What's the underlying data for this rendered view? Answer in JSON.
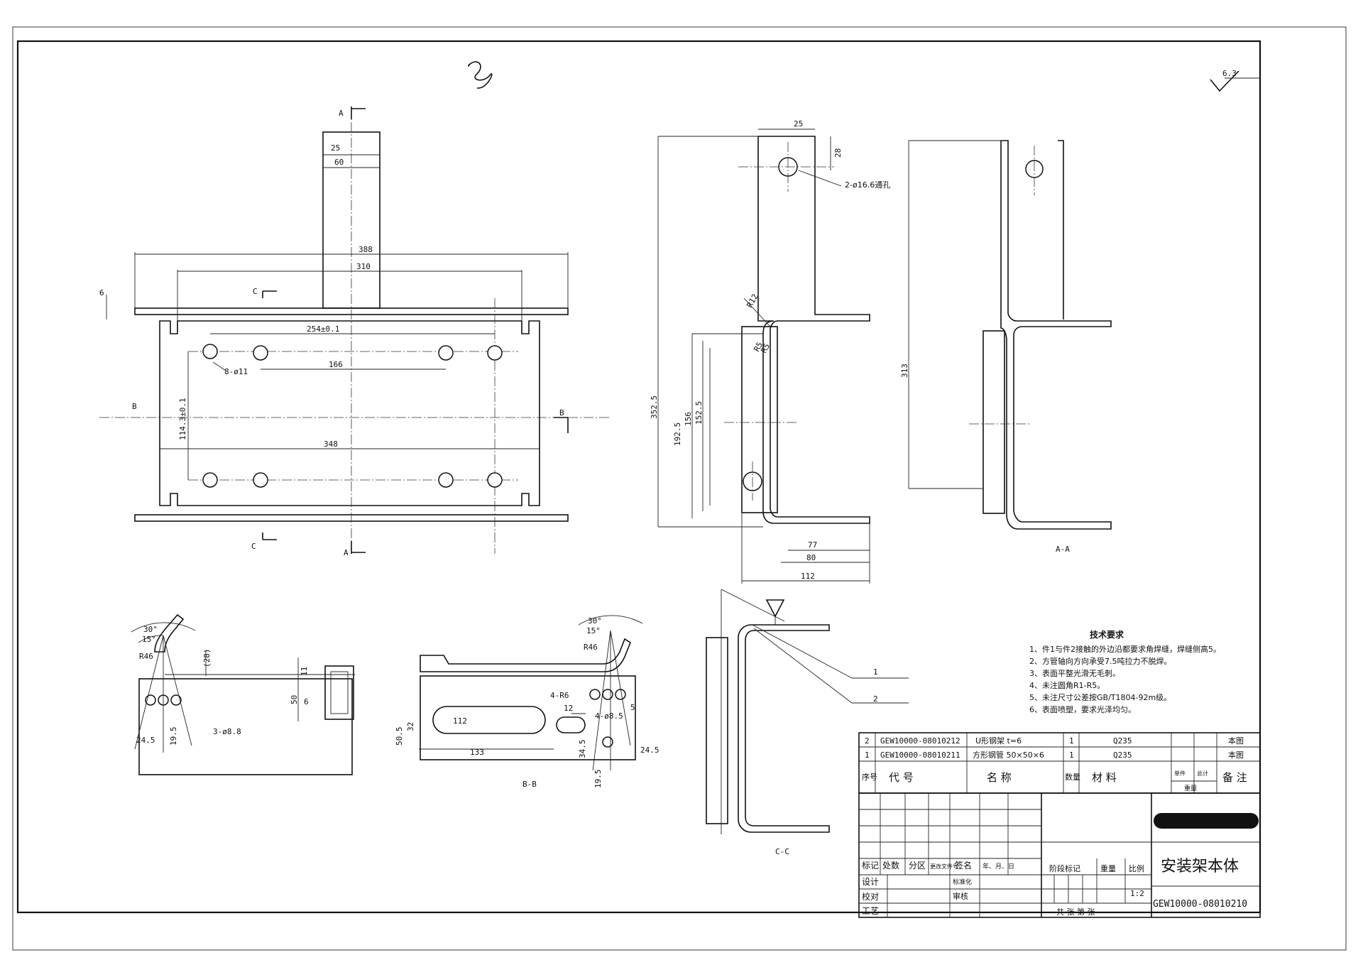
{
  "drawing": {
    "surface_roughness": "6.3",
    "signature_mark": "✓",
    "section_labels": {
      "a": "A",
      "b": "B",
      "c": "C",
      "aa": "A-A",
      "bb": "B-B",
      "cc": "C-C"
    },
    "front_view_dims": {
      "w25": "25",
      "w60": "60",
      "w388": "388",
      "w310": "310",
      "t6": "6",
      "w254": "254±0.1",
      "w166": "166",
      "w348": "348",
      "h114": "114.3±0.1",
      "holes8": "8-ø11"
    },
    "side_view_dims": {
      "w25": "25",
      "h28": "28",
      "holes2": "2-ø16.6通孔",
      "r12": "R12",
      "r5a": "R5",
      "r5b": "R5",
      "h352": "352.5",
      "h192": "192.5",
      "h156": "156",
      "h152": "152.5",
      "w77": "77",
      "w80": "80",
      "w112": "112",
      "h313": "313"
    },
    "detail_left_dims": {
      "a30": "30°",
      "a15": "15°",
      "r46": "R46",
      "h28": "(28)",
      "h11": "11",
      "h50": "50",
      "t6": "6",
      "holes3": "3-ø8.8",
      "w24": "24.5",
      "h19": "19.5"
    },
    "detail_bb_dims": {
      "a30": "30°",
      "a15": "15°",
      "r46": "R46",
      "r6": "4-R6",
      "w12": "12",
      "w112": "112",
      "h505": "50.5",
      "h32": "32",
      "w133": "133",
      "h345": "34.5",
      "h195": "19.5",
      "w245": "24.5",
      "w85": "4-ø8.5",
      "n5": "5"
    },
    "part_callouts": [
      "1",
      "2"
    ]
  },
  "tech_requirements": {
    "title": "技术要求",
    "items": [
      "1、件1与件2接触的外边沿都要求角焊缝，焊缝侧高5。",
      "2、方管轴向方向承受7.5吨拉力不脱焊。",
      "3、表面平整光滑无毛刺。",
      "4、未注圆角R1-R5。",
      "5、未注尺寸公差按GB/T1804-92m级。",
      "6、表面喷塑，要求光泽均匀。"
    ]
  },
  "bom": {
    "rows": [
      {
        "no": "2",
        "code": "GEW10000-08010212",
        "name": "U形钢架 t=6",
        "qty": "1",
        "material": "Q235",
        "note": "本图"
      },
      {
        "no": "1",
        "code": "GEW10000-08010211",
        "name": "方形钢管 50×50×6",
        "qty": "1",
        "material": "Q235",
        "note": "本图"
      }
    ],
    "header": {
      "no": "序号",
      "code": "代 号",
      "name": "名 称",
      "qty": "数量",
      "material": "材 料",
      "single": "单件",
      "total": "总计",
      "weight": "重量",
      "note": "备 注"
    }
  },
  "title_block": {
    "title": "安装架本体",
    "drawing_no": "GEW10000-08010210",
    "scale": "1:2",
    "labels": {
      "mark": "标记",
      "count": "处数",
      "zone": "分区",
      "change_doc": "更改文件号",
      "sign": "签名",
      "date": "年、月、日",
      "design": "设计",
      "standard": "标准化",
      "check": "校对",
      "review": "审核",
      "process": "工艺",
      "stage": "阶段标记",
      "weight": "重量",
      "ratio": "比例",
      "sheets": "共  张  第  张"
    }
  }
}
